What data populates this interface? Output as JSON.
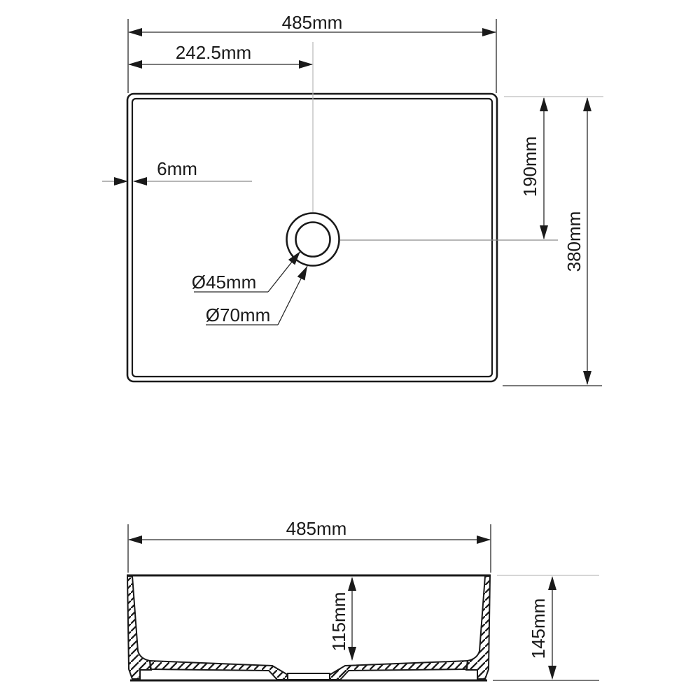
{
  "drawing": {
    "type": "basin-dimension-drawing",
    "colors": {
      "line": "#1a1a1a",
      "dimension_line": "#2a2a2a",
      "extension_line_light": "#c9c9c9",
      "centerline": "#b8b8b8",
      "background": "#ffffff"
    },
    "top_view": {
      "dim_overall_width": "485mm",
      "dim_half_width": "242.5mm",
      "dim_wall_thickness": "6mm",
      "dim_drain_inner_diameter": "Ø45mm",
      "dim_drain_outer_diameter": "Ø70mm",
      "dim_top_to_drain_center": "190mm",
      "dim_overall_depth": "380mm"
    },
    "section_view": {
      "dim_overall_width": "485mm",
      "dim_inner_depth": "115mm",
      "dim_overall_height": "145mm"
    }
  }
}
